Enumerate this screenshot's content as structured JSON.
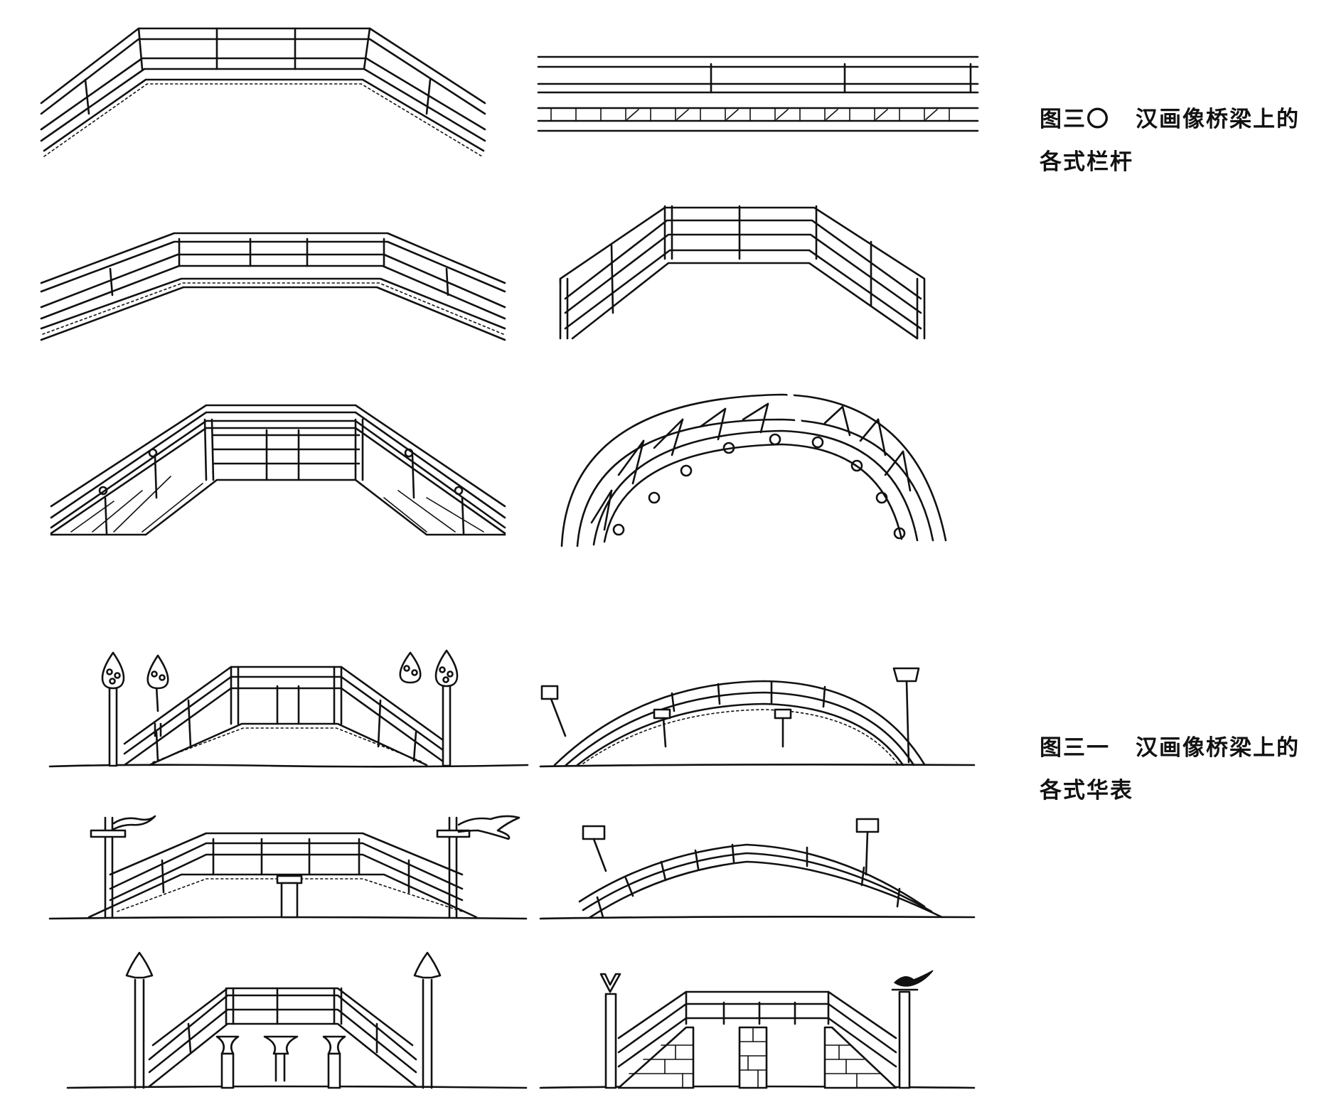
{
  "figures": [
    {
      "number": "图三〇",
      "caption_line1": "汉画像桥梁上的",
      "caption_line2": "各式栏杆"
    },
    {
      "number": "图三一",
      "caption_line1": "汉画像桥梁上的",
      "caption_line2": "各式华表"
    }
  ]
}
